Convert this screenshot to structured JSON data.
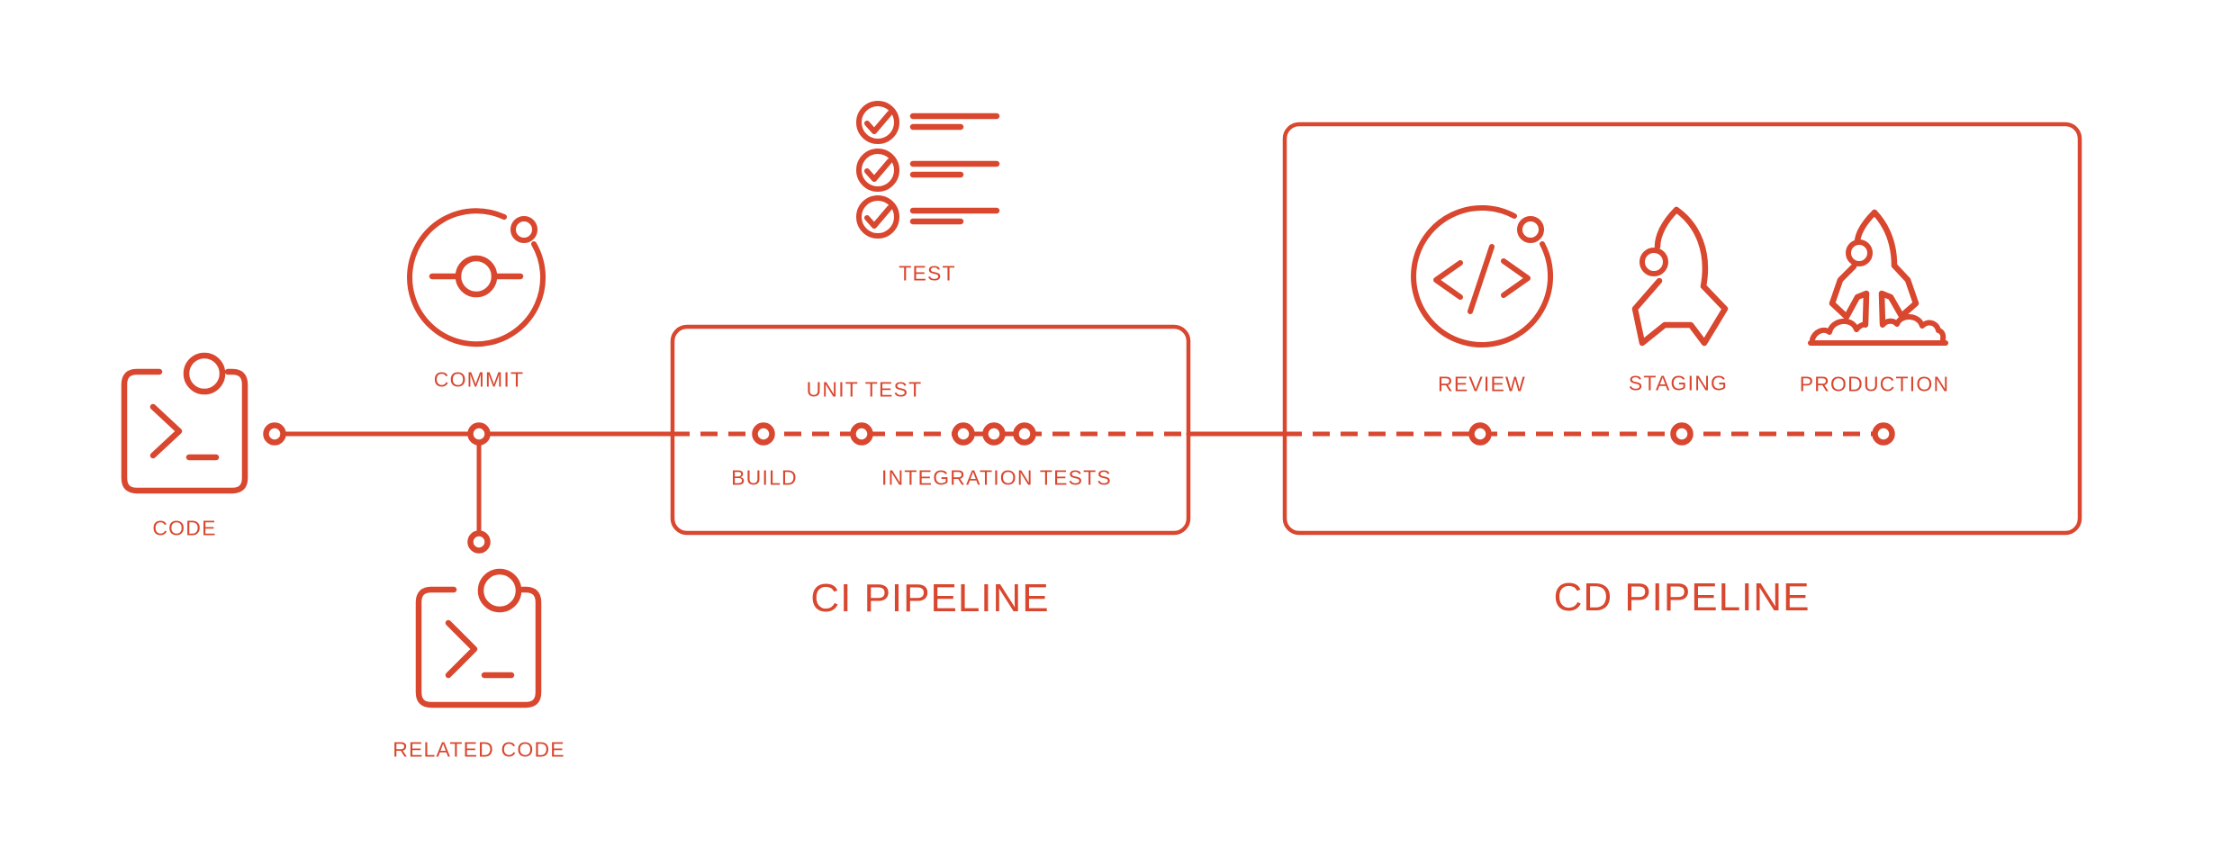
{
  "theme": {
    "accent": "#D9472F",
    "background": "#FFFFFF"
  },
  "diagram": {
    "code": "CODE",
    "commit": "COMMIT",
    "related_code": "RELATED CODE",
    "test": "TEST",
    "ci_pipeline": {
      "title": "CI PIPELINE",
      "build": "BUILD",
      "unit_test": "UNIT TEST",
      "integration_tests": "INTEGRATION TESTS"
    },
    "cd_pipeline": {
      "title": "CD PIPELINE",
      "review": "REVIEW",
      "staging": "STAGING",
      "production": "PRODUCTION"
    }
  }
}
